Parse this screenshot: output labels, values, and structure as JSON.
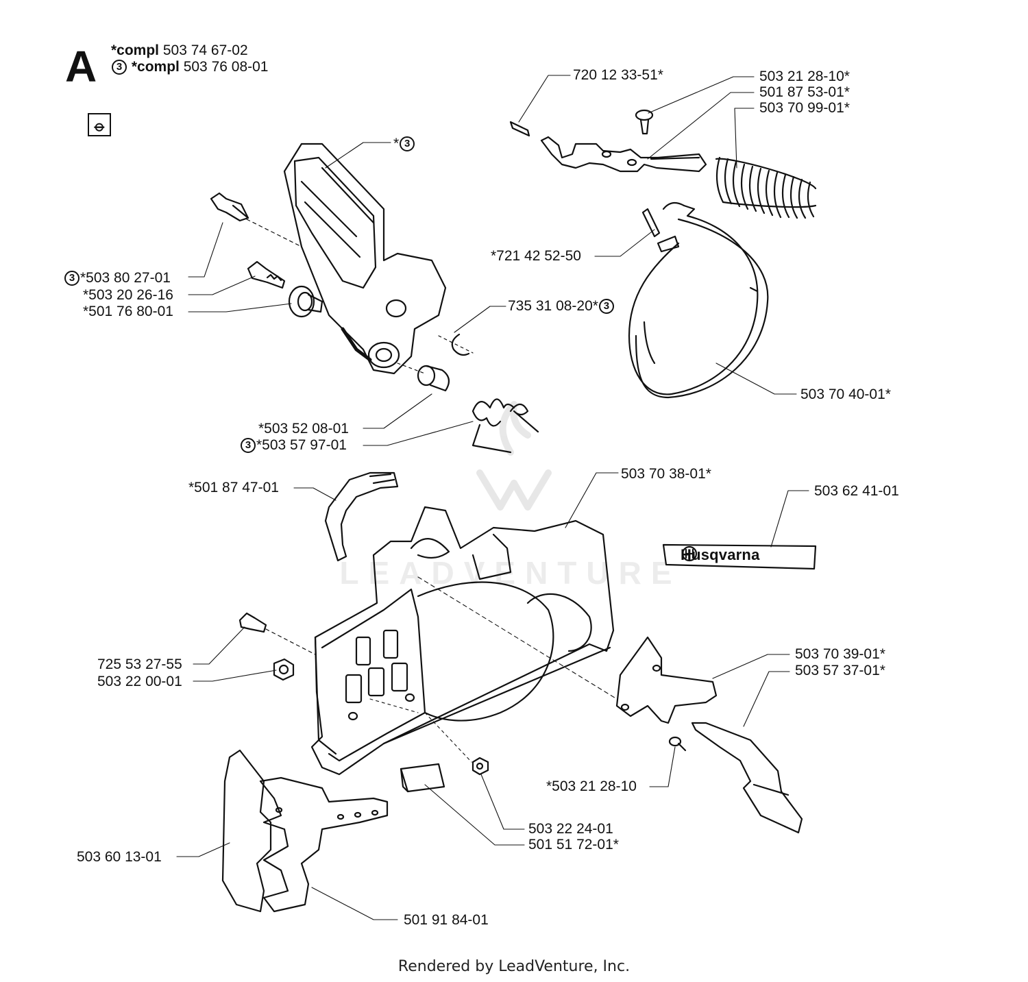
{
  "section": {
    "letter": "A",
    "compl_1_prefix": "*compl",
    "compl_1_number": "503 74 67-02",
    "compl_2_circle": "3",
    "compl_2_prefix": "*compl",
    "compl_2_number": "503 76 08-01"
  },
  "icons": {
    "wrench_box": "wrench-info-icon",
    "circle_marker": "circled-3-icon"
  },
  "labels": {
    "p720123351": "720 12 33-51*",
    "p503212810_top": "503 21 28-10*",
    "p501875301": "501 87 53-01*",
    "p503709901": "503 70 99-01*",
    "p3_cover": "*",
    "p721425250": "*721 42 52-50",
    "p503802701": "*503 80 27-01",
    "p503202616": "*503 20 26-16",
    "p501768001": "*501 76 80-01",
    "p735310820": "735 31 08-20*",
    "p503704001": "503 70 40-01*",
    "p503520801": "*503 52 08-01",
    "p503579701": "*503 57 97-01",
    "p501874701": "*501 87 47-01",
    "p503703801": "503 70 38-01*",
    "p503624101": "503 62 41-01",
    "p725532755": "725 53 27-55",
    "p503220001": "503 22 00-01",
    "p503703901": "503 70 39-01*",
    "p503573701": "503 57 37-01*",
    "p503212810_bottom": "*503 21 28-10",
    "p503222401": "503 22 24-01",
    "p501517201": "501 51 72-01*",
    "p503601301": "503 60 13-01",
    "p501918401": "501 91 84-01"
  },
  "circle_digit": "3",
  "brand_decal": "Husqvarna",
  "footer": "Rendered by LeadVenture, Inc."
}
